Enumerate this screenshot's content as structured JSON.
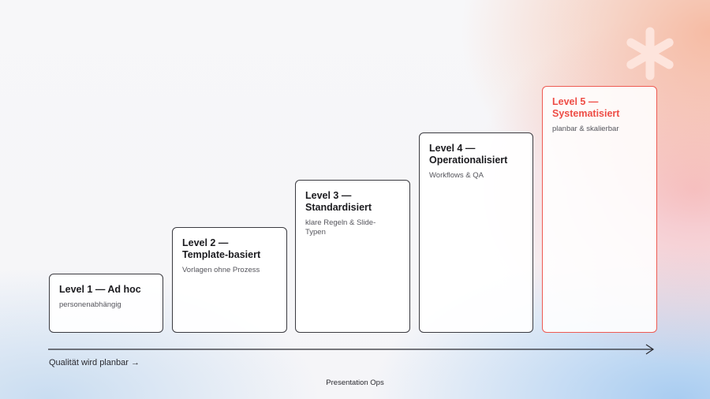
{
  "levels": [
    {
      "title": "Level 1 — Ad hoc",
      "subtitle": "personenabhängig"
    },
    {
      "title": "Level 2 — Template-basiert",
      "subtitle": "Vorlagen ohne Prozess"
    },
    {
      "title": "Level 3 — Standardisiert",
      "subtitle": "klare Regeln & Slide-Typen"
    },
    {
      "title": "Level 4 — Operationalisiert",
      "subtitle": "Workflows & QA"
    },
    {
      "title": "Level 5 — Systematisiert",
      "subtitle": "planbar & skalierbar"
    }
  ],
  "axis_label": "Qualität wird planbar →",
  "footer": "Presentation Ops",
  "colors": {
    "accent": "#ee4d46",
    "star": "#fde6de",
    "text": "#1b1b1f"
  },
  "icons": {
    "corner": "asterisk-icon"
  }
}
